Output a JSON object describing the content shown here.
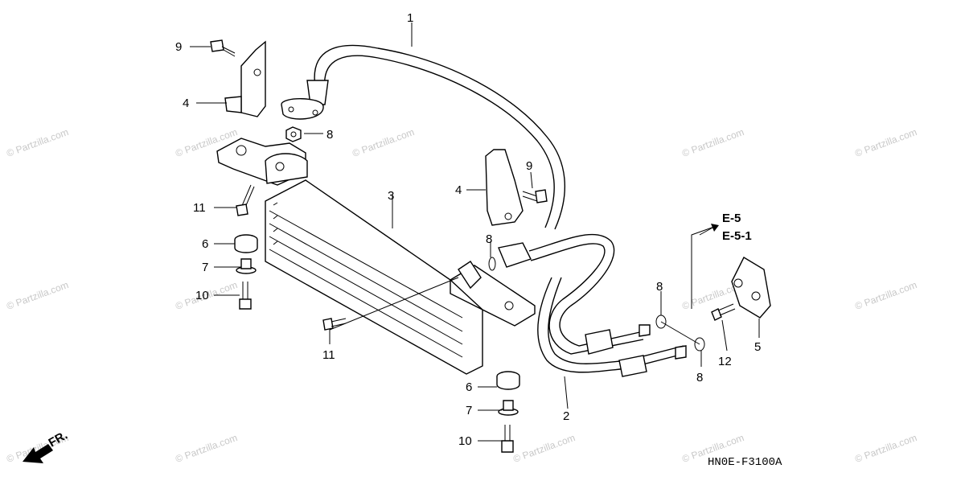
{
  "watermark": "© Partzilla.com",
  "callouts": {
    "c1": "1",
    "c2": "2",
    "c3": "3",
    "c4a": "4",
    "c4b": "4",
    "c5": "5",
    "c6a": "6",
    "c6b": "6",
    "c7a": "7",
    "c7b": "7",
    "c8a": "8",
    "c8b": "8",
    "c8c": "8",
    "c8d": "8",
    "c9a": "9",
    "c9b": "9",
    "c10a": "10",
    "c10b": "10",
    "c11a": "11",
    "c11b": "11",
    "c12": "12"
  },
  "refs": {
    "ref1": "E-5",
    "ref2": "E-5-1"
  },
  "direction_label": "FR.",
  "diagram_code": "HN0E-F3100A"
}
